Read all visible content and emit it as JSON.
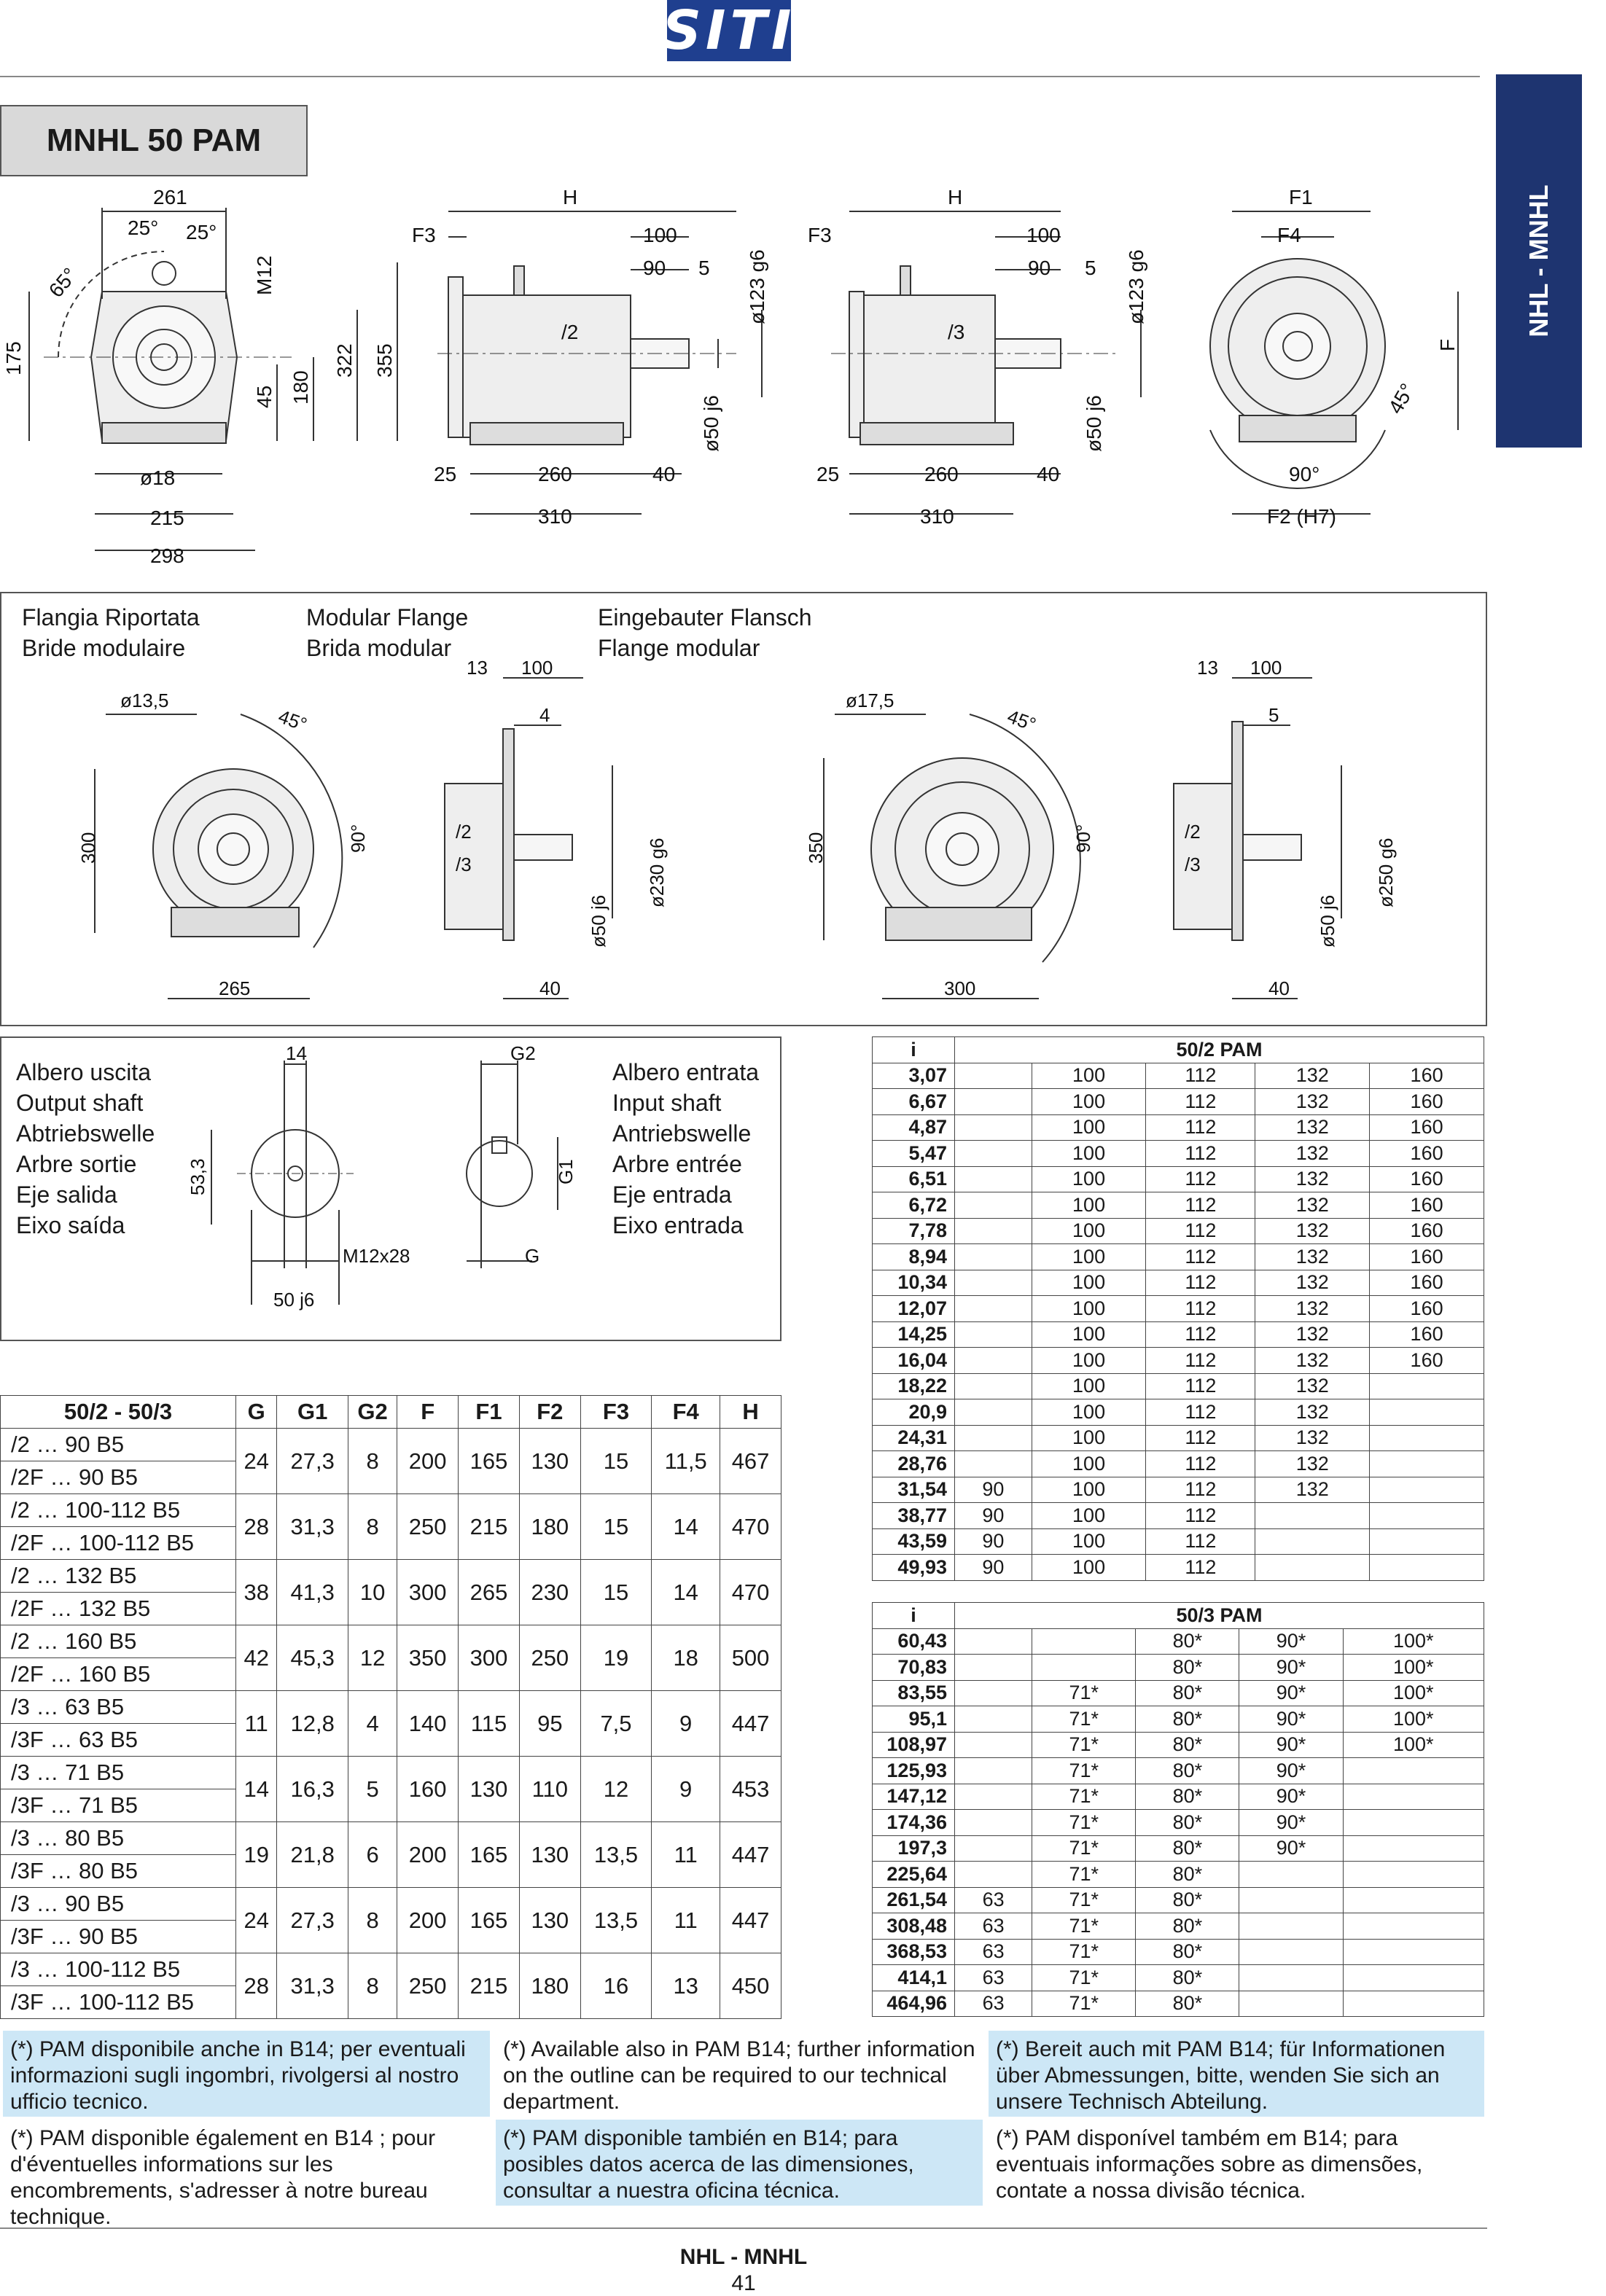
{
  "header": {
    "logo": "SITI",
    "side_tab": "NHL - MNHL"
  },
  "title": "MNHL 50 PAM",
  "drawing_top": {
    "v1": {
      "w": "261",
      "a1": "25°",
      "a2": "25°",
      "a3": "65°",
      "m": "M12",
      "h175": "175",
      "d45": "45",
      "d180": "180",
      "d322": "322",
      "d355": "355",
      "hole": "ø18",
      "b215": "215",
      "b298": "298"
    },
    "v2": {
      "H": "H",
      "F3": "F3",
      "d100": "100",
      "d90": "90",
      "d5": "5",
      "shaft": "ø123 g6",
      "ratio": "/2",
      "d50": "ø50 j6",
      "b25": "25",
      "b260": "260",
      "b40": "40",
      "b310": "310"
    },
    "v3": {
      "H": "H",
      "F3": "F3",
      "d100": "100",
      "d90": "90",
      "d5": "5",
      "shaft": "ø123 g6",
      "ratio": "/3",
      "d50": "ø50 j6",
      "b25": "25",
      "b260": "260",
      "b40": "40",
      "b310": "310"
    },
    "v4": {
      "F1": "F1",
      "F4": "F4",
      "F": "F",
      "a45": "45°",
      "a90": "90°",
      "F2": "F2 (H7)"
    }
  },
  "flange": {
    "labels": [
      "Flangia Riportata",
      "Bride modulaire",
      "Modular Flange",
      "Brida modular",
      "Eingebauter Flansch",
      "Flange modular"
    ],
    "f1": {
      "hole": "ø13,5",
      "a45": "45°",
      "a90": "90°",
      "h": "300",
      "b": "265"
    },
    "f1s": {
      "d13": "13",
      "d100": "100",
      "d4": "4",
      "r2": "/2",
      "r3": "/3",
      "d50": "ø50 j6",
      "d230": "ø230 g6",
      "b40": "40"
    },
    "f2": {
      "hole": "ø17,5",
      "a45": "45°",
      "a90": "90°",
      "h": "350",
      "b": "300"
    },
    "f2s": {
      "d13": "13",
      "d100": "100",
      "d5": "5",
      "r2": "/2",
      "r3": "/3",
      "d50": "ø50 j6",
      "d250": "ø250 g6",
      "b40": "40"
    }
  },
  "shaft": {
    "out_labels": [
      "Albero uscita",
      "Output shaft",
      "Abtriebswelle",
      "Arbre sortie",
      "Eje salida",
      "Eixo saída"
    ],
    "in_labels": [
      "Albero entrata",
      "Input shaft",
      "Antriebswelle",
      "Arbre entrée",
      "Eje entrada",
      "Eixo entrada"
    ],
    "d14": "14",
    "d533": "53,3",
    "m": "M12x28",
    "d50": "50 j6",
    "G2": "G2",
    "G1": "G1",
    "G": "G"
  },
  "dim_table": {
    "headers": [
      "50/2 - 50/3",
      "G",
      "G1",
      "G2",
      "F",
      "F1",
      "F2",
      "F3",
      "F4",
      "H"
    ],
    "groups": [
      {
        "labels": [
          "/2 … 90 B5",
          "/2F … 90 B5"
        ],
        "vals": [
          "24",
          "27,3",
          "8",
          "200",
          "165",
          "130",
          "15",
          "11,5",
          "467"
        ]
      },
      {
        "labels": [
          "/2 … 100-112 B5",
          "/2F … 100-112 B5"
        ],
        "vals": [
          "28",
          "31,3",
          "8",
          "250",
          "215",
          "180",
          "15",
          "14",
          "470"
        ]
      },
      {
        "labels": [
          "/2 … 132 B5",
          "/2F … 132 B5"
        ],
        "vals": [
          "38",
          "41,3",
          "10",
          "300",
          "265",
          "230",
          "15",
          "14",
          "470"
        ]
      },
      {
        "labels": [
          "/2 … 160 B5",
          "/2F … 160 B5"
        ],
        "vals": [
          "42",
          "45,3",
          "12",
          "350",
          "300",
          "250",
          "19",
          "18",
          "500"
        ]
      },
      {
        "labels": [
          "/3 … 63 B5",
          "/3F … 63 B5"
        ],
        "vals": [
          "11",
          "12,8",
          "4",
          "140",
          "115",
          "95",
          "7,5",
          "9",
          "447"
        ]
      },
      {
        "labels": [
          "/3 … 71 B5",
          "/3F … 71 B5"
        ],
        "vals": [
          "14",
          "16,3",
          "5",
          "160",
          "130",
          "110",
          "12",
          "9",
          "453"
        ]
      },
      {
        "labels": [
          "/3 … 80 B5",
          "/3F … 80 B5"
        ],
        "vals": [
          "19",
          "21,8",
          "6",
          "200",
          "165",
          "130",
          "13,5",
          "11",
          "447"
        ]
      },
      {
        "labels": [
          "/3 … 90 B5",
          "/3F … 90 B5"
        ],
        "vals": [
          "24",
          "27,3",
          "8",
          "200",
          "165",
          "130",
          "13,5",
          "11",
          "447"
        ]
      },
      {
        "labels": [
          "/3 … 100-112 B5",
          "/3F … 100-112 B5"
        ],
        "vals": [
          "28",
          "31,3",
          "8",
          "250",
          "215",
          "180",
          "16",
          "13",
          "450"
        ]
      }
    ]
  },
  "ratio_50_2": {
    "i": "i",
    "title": "50/2 PAM",
    "rows": [
      [
        "3,07",
        "",
        "100",
        "112",
        "132",
        "160"
      ],
      [
        "6,67",
        "",
        "100",
        "112",
        "132",
        "160"
      ],
      [
        "4,87",
        "",
        "100",
        "112",
        "132",
        "160"
      ],
      [
        "5,47",
        "",
        "100",
        "112",
        "132",
        "160"
      ],
      [
        "6,51",
        "",
        "100",
        "112",
        "132",
        "160"
      ],
      [
        "6,72",
        "",
        "100",
        "112",
        "132",
        "160"
      ],
      [
        "7,78",
        "",
        "100",
        "112",
        "132",
        "160"
      ],
      [
        "8,94",
        "",
        "100",
        "112",
        "132",
        "160"
      ],
      [
        "10,34",
        "",
        "100",
        "112",
        "132",
        "160"
      ],
      [
        "12,07",
        "",
        "100",
        "112",
        "132",
        "160"
      ],
      [
        "14,25",
        "",
        "100",
        "112",
        "132",
        "160"
      ],
      [
        "16,04",
        "",
        "100",
        "112",
        "132",
        "160"
      ],
      [
        "18,22",
        "",
        "100",
        "112",
        "132",
        ""
      ],
      [
        "20,9",
        "",
        "100",
        "112",
        "132",
        ""
      ],
      [
        "24,31",
        "",
        "100",
        "112",
        "132",
        ""
      ],
      [
        "28,76",
        "",
        "100",
        "112",
        "132",
        ""
      ],
      [
        "31,54",
        "90",
        "100",
        "112",
        "132",
        ""
      ],
      [
        "38,77",
        "90",
        "100",
        "112",
        "",
        ""
      ],
      [
        "43,59",
        "90",
        "100",
        "112",
        "",
        ""
      ],
      [
        "49,93",
        "90",
        "100",
        "112",
        "",
        ""
      ]
    ]
  },
  "ratio_50_3": {
    "i": "i",
    "title": "50/3 PAM",
    "rows": [
      [
        "60,43",
        "",
        "",
        "80*",
        "90*",
        "100*"
      ],
      [
        "70,83",
        "",
        "",
        "80*",
        "90*",
        "100*"
      ],
      [
        "83,55",
        "",
        "71*",
        "80*",
        "90*",
        "100*"
      ],
      [
        "95,1",
        "",
        "71*",
        "80*",
        "90*",
        "100*"
      ],
      [
        "108,97",
        "",
        "71*",
        "80*",
        "90*",
        "100*"
      ],
      [
        "125,93",
        "",
        "71*",
        "80*",
        "90*",
        ""
      ],
      [
        "147,12",
        "",
        "71*",
        "80*",
        "90*",
        ""
      ],
      [
        "174,36",
        "",
        "71*",
        "80*",
        "90*",
        ""
      ],
      [
        "197,3",
        "",
        "71*",
        "80*",
        "90*",
        ""
      ],
      [
        "225,64",
        "",
        "71*",
        "80*",
        "",
        ""
      ],
      [
        "261,54",
        "63",
        "71*",
        "80*",
        "",
        ""
      ],
      [
        "308,48",
        "63",
        "71*",
        "80*",
        "",
        ""
      ],
      [
        "368,53",
        "63",
        "71*",
        "80*",
        "",
        ""
      ],
      [
        "414,1",
        "63",
        "71*",
        "80*",
        "",
        ""
      ],
      [
        "464,96",
        "63",
        "71*",
        "80*",
        "",
        ""
      ]
    ]
  },
  "notes": {
    "it": "(*) PAM disponibile anche in B14; per eventuali informazioni sugli ingombri, rivolgersi al nostro ufficio tecnico.",
    "en": "(*) Available also in PAM B14; further information on the outline can be required to our technical department.",
    "de": "(*) Bereit auch mit PAM B14; für Informationen über Abmessungen, bitte, wenden Sie sich an unsere Technisch Abteilung.",
    "fr": "(*) PAM disponible également en B14 ; pour d'éventuelles informations sur les encombrements, s'adresser à notre bureau technique.",
    "es": "(*) PAM disponible también en B14; para posibles datos acerca de las dimensiones, consultar a nuestra oficina técnica.",
    "pt": "(*) PAM disponível também em B14; para eventuais informações sobre as dimensões, contate a nossa divisão técnica."
  },
  "footer": {
    "series": "NHL - MNHL",
    "page": "41"
  },
  "colors": {
    "brand": "#1f3f8f",
    "tab": "#1e3470",
    "note_bg": "#cde7f6",
    "title_bg": "#d9d9d9"
  }
}
